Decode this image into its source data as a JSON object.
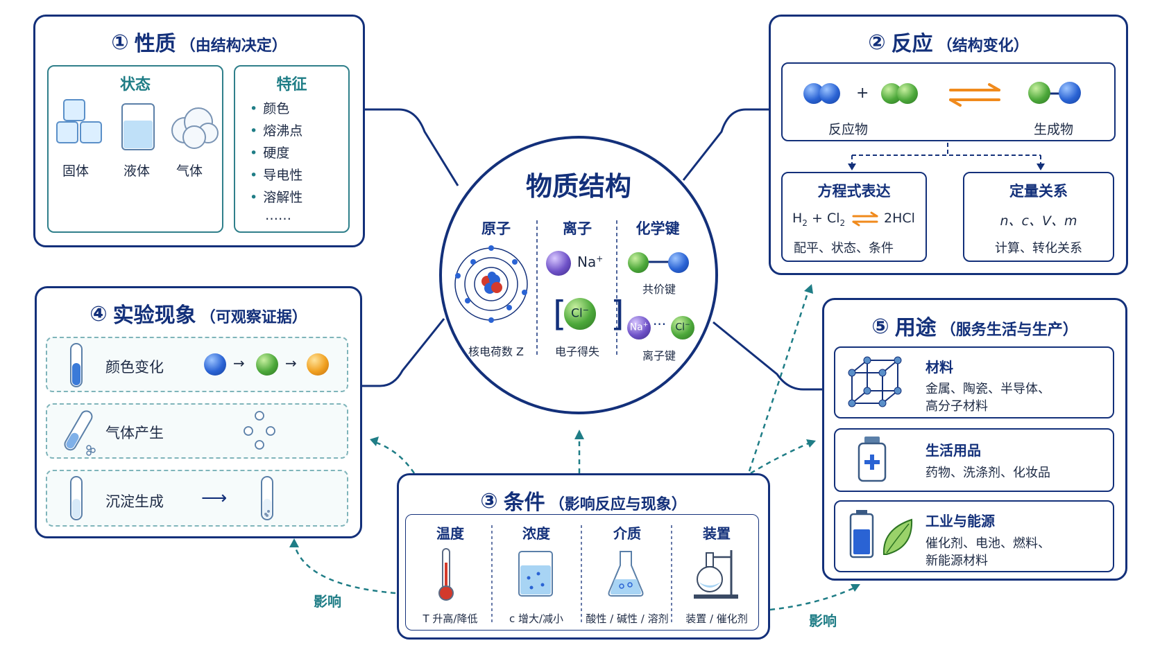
{
  "center": {
    "title": "物质结构",
    "cols": [
      {
        "head": "原子",
        "caption": "核电荷数 Z"
      },
      {
        "head": "离子",
        "cation": "Na",
        "cation_sup": "+",
        "anion": "Cl",
        "anion_sup": "−",
        "caption": "电子得失"
      },
      {
        "head": "化学键",
        "covalent": "共价键",
        "ionic": "离子键",
        "ion_na": "Na",
        "ion_na_sup": "+",
        "ion_cl": "Cl",
        "ion_cl_sup": "−"
      }
    ]
  },
  "panel1": {
    "num": "①",
    "title": "性质",
    "subtitle": "（由结构决定）",
    "state": {
      "head": "状态",
      "items": [
        "固体",
        "液体",
        "气体"
      ]
    },
    "features": {
      "head": "特征",
      "items": [
        "颜色",
        "熔沸点",
        "硬度",
        "导电性",
        "溶解性"
      ],
      "more": "……"
    }
  },
  "panel2": {
    "num": "②",
    "title": "反应",
    "subtitle": "（结构变化）",
    "plus": "+",
    "reactant": "反应物",
    "product": "生成物",
    "equation": {
      "head": "方程式表达",
      "h2": "H",
      "h2_sub": "2",
      "plus": " + ",
      "cl2": "Cl",
      "cl2_sub": "2",
      "hcl": "2HCl",
      "note": "配平、状态、条件"
    },
    "quant": {
      "head": "定量关系",
      "vars": "n、c、V、m",
      "note": "计算、转化关系"
    }
  },
  "panel3": {
    "num": "③",
    "title": "条件",
    "subtitle": "（影响反应与现象）",
    "cols": [
      {
        "head": "温度",
        "caption": "T 升高/降低"
      },
      {
        "head": "浓度",
        "caption": "c 增大/减小"
      },
      {
        "head": "介质",
        "caption": "酸性 / 碱性 / 溶剂"
      },
      {
        "head": "装置",
        "caption": "装置 / 催化剂"
      }
    ]
  },
  "panel4": {
    "num": "④",
    "title": "实验现象",
    "subtitle": "（可观察证据）",
    "rows": [
      {
        "label": "颜色变化",
        "arrow": "→"
      },
      {
        "label": "气体产生"
      },
      {
        "label": "沉淀生成",
        "arrow": "⟶"
      }
    ]
  },
  "panel5": {
    "num": "⑤",
    "title": "用途",
    "subtitle": "（服务生活与生产）",
    "rows": [
      {
        "head": "材料",
        "line1": "金属、陶瓷、半导体、",
        "line2": "高分子材料",
        "icon": "cube-lattice-icon"
      },
      {
        "head": "生活用品",
        "line1": "药物、洗涤剂、化妆品",
        "icon": "medicine-bottle-icon"
      },
      {
        "head": "工业与能源",
        "line1": "催化剂、电池、燃料、",
        "line2": "新能源材料",
        "icon": "battery-leaf-icon"
      }
    ]
  },
  "influence_labels": [
    "影响",
    "影响"
  ],
  "colors": {
    "navy": "#13307a",
    "teal": "#1f7d86",
    "orange": "#f08a1c"
  }
}
